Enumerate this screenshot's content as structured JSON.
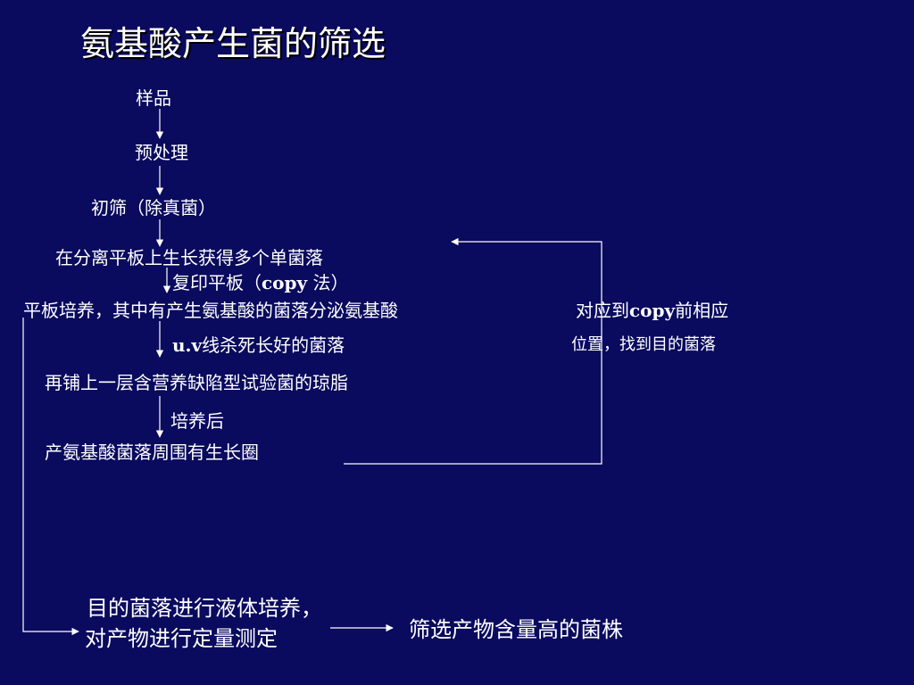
{
  "slide": {
    "title": "氨基酸产生菌的筛选",
    "background": "#0a0a5e",
    "text_color": "#ffffff",
    "line_color": "#ffffff"
  },
  "steps": {
    "sample": "样品",
    "pretreat": "预处理",
    "primary_screen": "初筛（除真菌）",
    "grow_colonies": "在分离平板上生长获得多个单菌落",
    "replica_pre": "复印平板（",
    "replica_copy": "copy",
    "replica_post": " 法）",
    "plate_culture": "平板培养，其中有产生氨基酸的菌落分泌氨基酸",
    "uv_prefix": "u.v",
    "uv_rest": "线杀死长好的菌落",
    "overlay": "再铺上一层含营养缺陷型试验菌的琼脂",
    "after_culture": "培养后",
    "growth_zone": "产氨基酸菌落周围有生长圈",
    "liquid_culture_1": "目的菌落进行液体培养，",
    "liquid_culture_2": "对产物进行定量测定",
    "final": "筛选产物含量高的菌株"
  },
  "side_note": {
    "line1_pre": "对应到",
    "line1_copy": "copy",
    "line1_post": "前相应",
    "line2": "位置，找到目的菌落"
  }
}
